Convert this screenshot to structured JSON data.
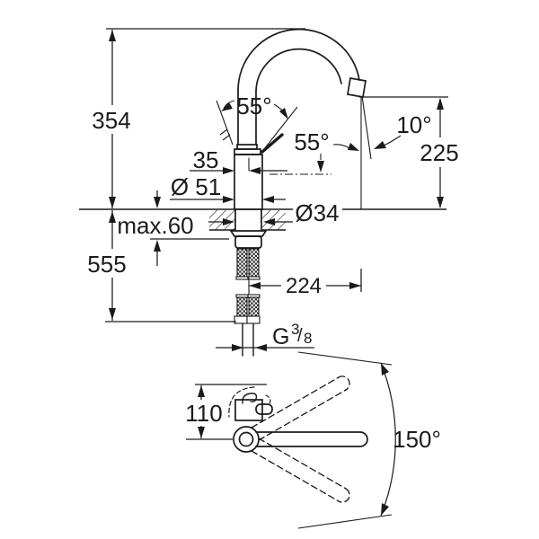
{
  "drawing": {
    "subject": "single-lever kitchen sink mixer technical dimension drawing",
    "units": "mm",
    "line_color": "#1b1b1b",
    "background_color": "#ffffff"
  },
  "front_view": {
    "height_total": "354",
    "spout_clearance": "225",
    "spout_outlet_angle": "10°",
    "handle_angle_left": "55°",
    "handle_angle_right": "55°",
    "body_offset": "35",
    "body_diameter": "Ø 51",
    "shank_diameter": "Ø34",
    "max_deck_thickness": "max.60",
    "hose_length": "555",
    "projection_reach": "224",
    "thread": {
      "letter": "G",
      "numerator": "3",
      "slash": "/",
      "denominator": "8"
    }
  },
  "top_view": {
    "handle_height": "110",
    "swivel_angle": "150°"
  }
}
